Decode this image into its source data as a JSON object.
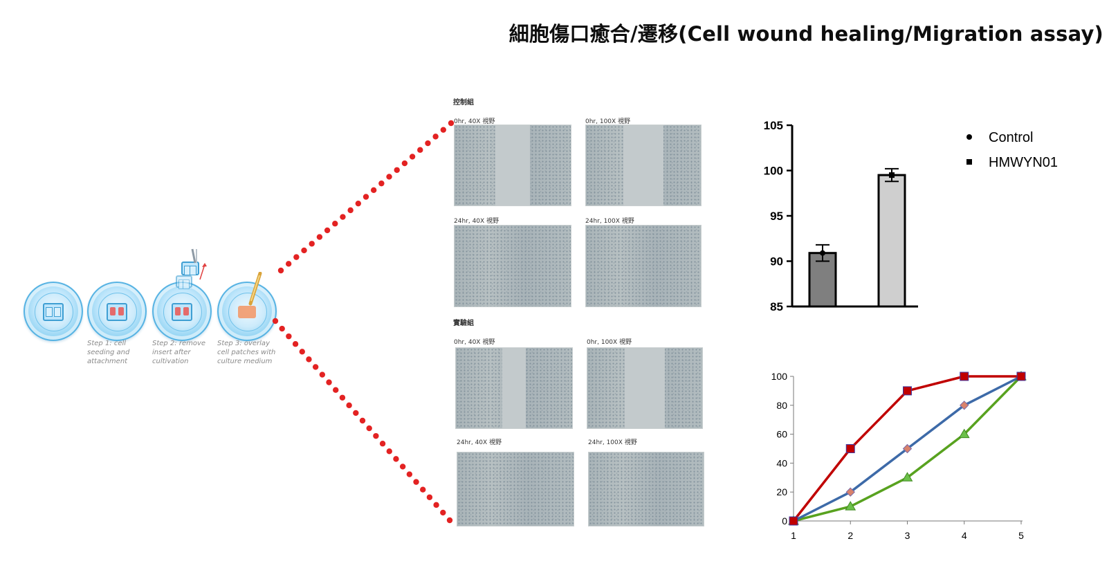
{
  "page": {
    "title": "細胞傷口癒合/遷移(Cell wound healing/Migration assay)"
  },
  "schematic": {
    "steps": [
      {
        "caption": ""
      },
      {
        "caption": "Step 1: cell\nseeding and\nattachment"
      },
      {
        "caption": "Step 2: remove\ninsert after\ncultivation"
      },
      {
        "caption": "Step 3: overlay\ncell patches with\nculture medium"
      }
    ]
  },
  "images": {
    "control_label": "控制組",
    "experiment_label": "實驗組",
    "control": [
      {
        "label": "0hr, 40X 視野",
        "gap_fraction": 0.3
      },
      {
        "label": "0hr, 100X 視野",
        "gap_fraction": 0.35
      },
      {
        "label": "24hr, 40X 視野",
        "gap_fraction": 0.0
      },
      {
        "label": "24hr, 100X 視野",
        "gap_fraction": 0.0
      }
    ],
    "experiment": [
      {
        "label": "0hr, 40X 視野",
        "gap_fraction": 0.2
      },
      {
        "label": "0hr, 100X 視野",
        "gap_fraction": 0.35
      },
      {
        "label": "24hr, 40X 視野",
        "gap_fraction": 0.0
      },
      {
        "label": "24hr, 100X 視野",
        "gap_fraction": 0.0
      }
    ]
  },
  "colors": {
    "connector": "#e32222",
    "bar_control": "#7f7f7f",
    "bar_hmwyn": "#cfcfcf",
    "line_red": "#c00000",
    "line_blue": "#3d6aa8",
    "line_green": "#58a21f"
  },
  "chart_data": [
    {
      "type": "bar",
      "categories": [
        "Control",
        "HMWYN01"
      ],
      "values": [
        90.9,
        99.5
      ],
      "errors": [
        0.9,
        0.7
      ],
      "legend": [
        "Control",
        "HMWYN01"
      ],
      "legend_markers": [
        "circle",
        "square"
      ],
      "yticks": [
        85,
        90,
        95,
        100,
        105
      ],
      "ylim": [
        85,
        105
      ],
      "legend_position": "right"
    },
    {
      "type": "line",
      "x": [
        1,
        2,
        3,
        4,
        5
      ],
      "series": [
        {
          "marker": "square",
          "color": "#c00000",
          "values": [
            0,
            50,
            90,
            100,
            100
          ]
        },
        {
          "marker": "diamond",
          "color": "#3d6aa8",
          "values": [
            0,
            20,
            50,
            80,
            100
          ]
        },
        {
          "marker": "triangle",
          "color": "#58a21f",
          "values": [
            0,
            10,
            30,
            60,
            100
          ]
        }
      ],
      "yticks": [
        0,
        20,
        40,
        60,
        80,
        100
      ],
      "ylim": [
        0,
        100
      ],
      "xlim": [
        1,
        5
      ]
    }
  ]
}
